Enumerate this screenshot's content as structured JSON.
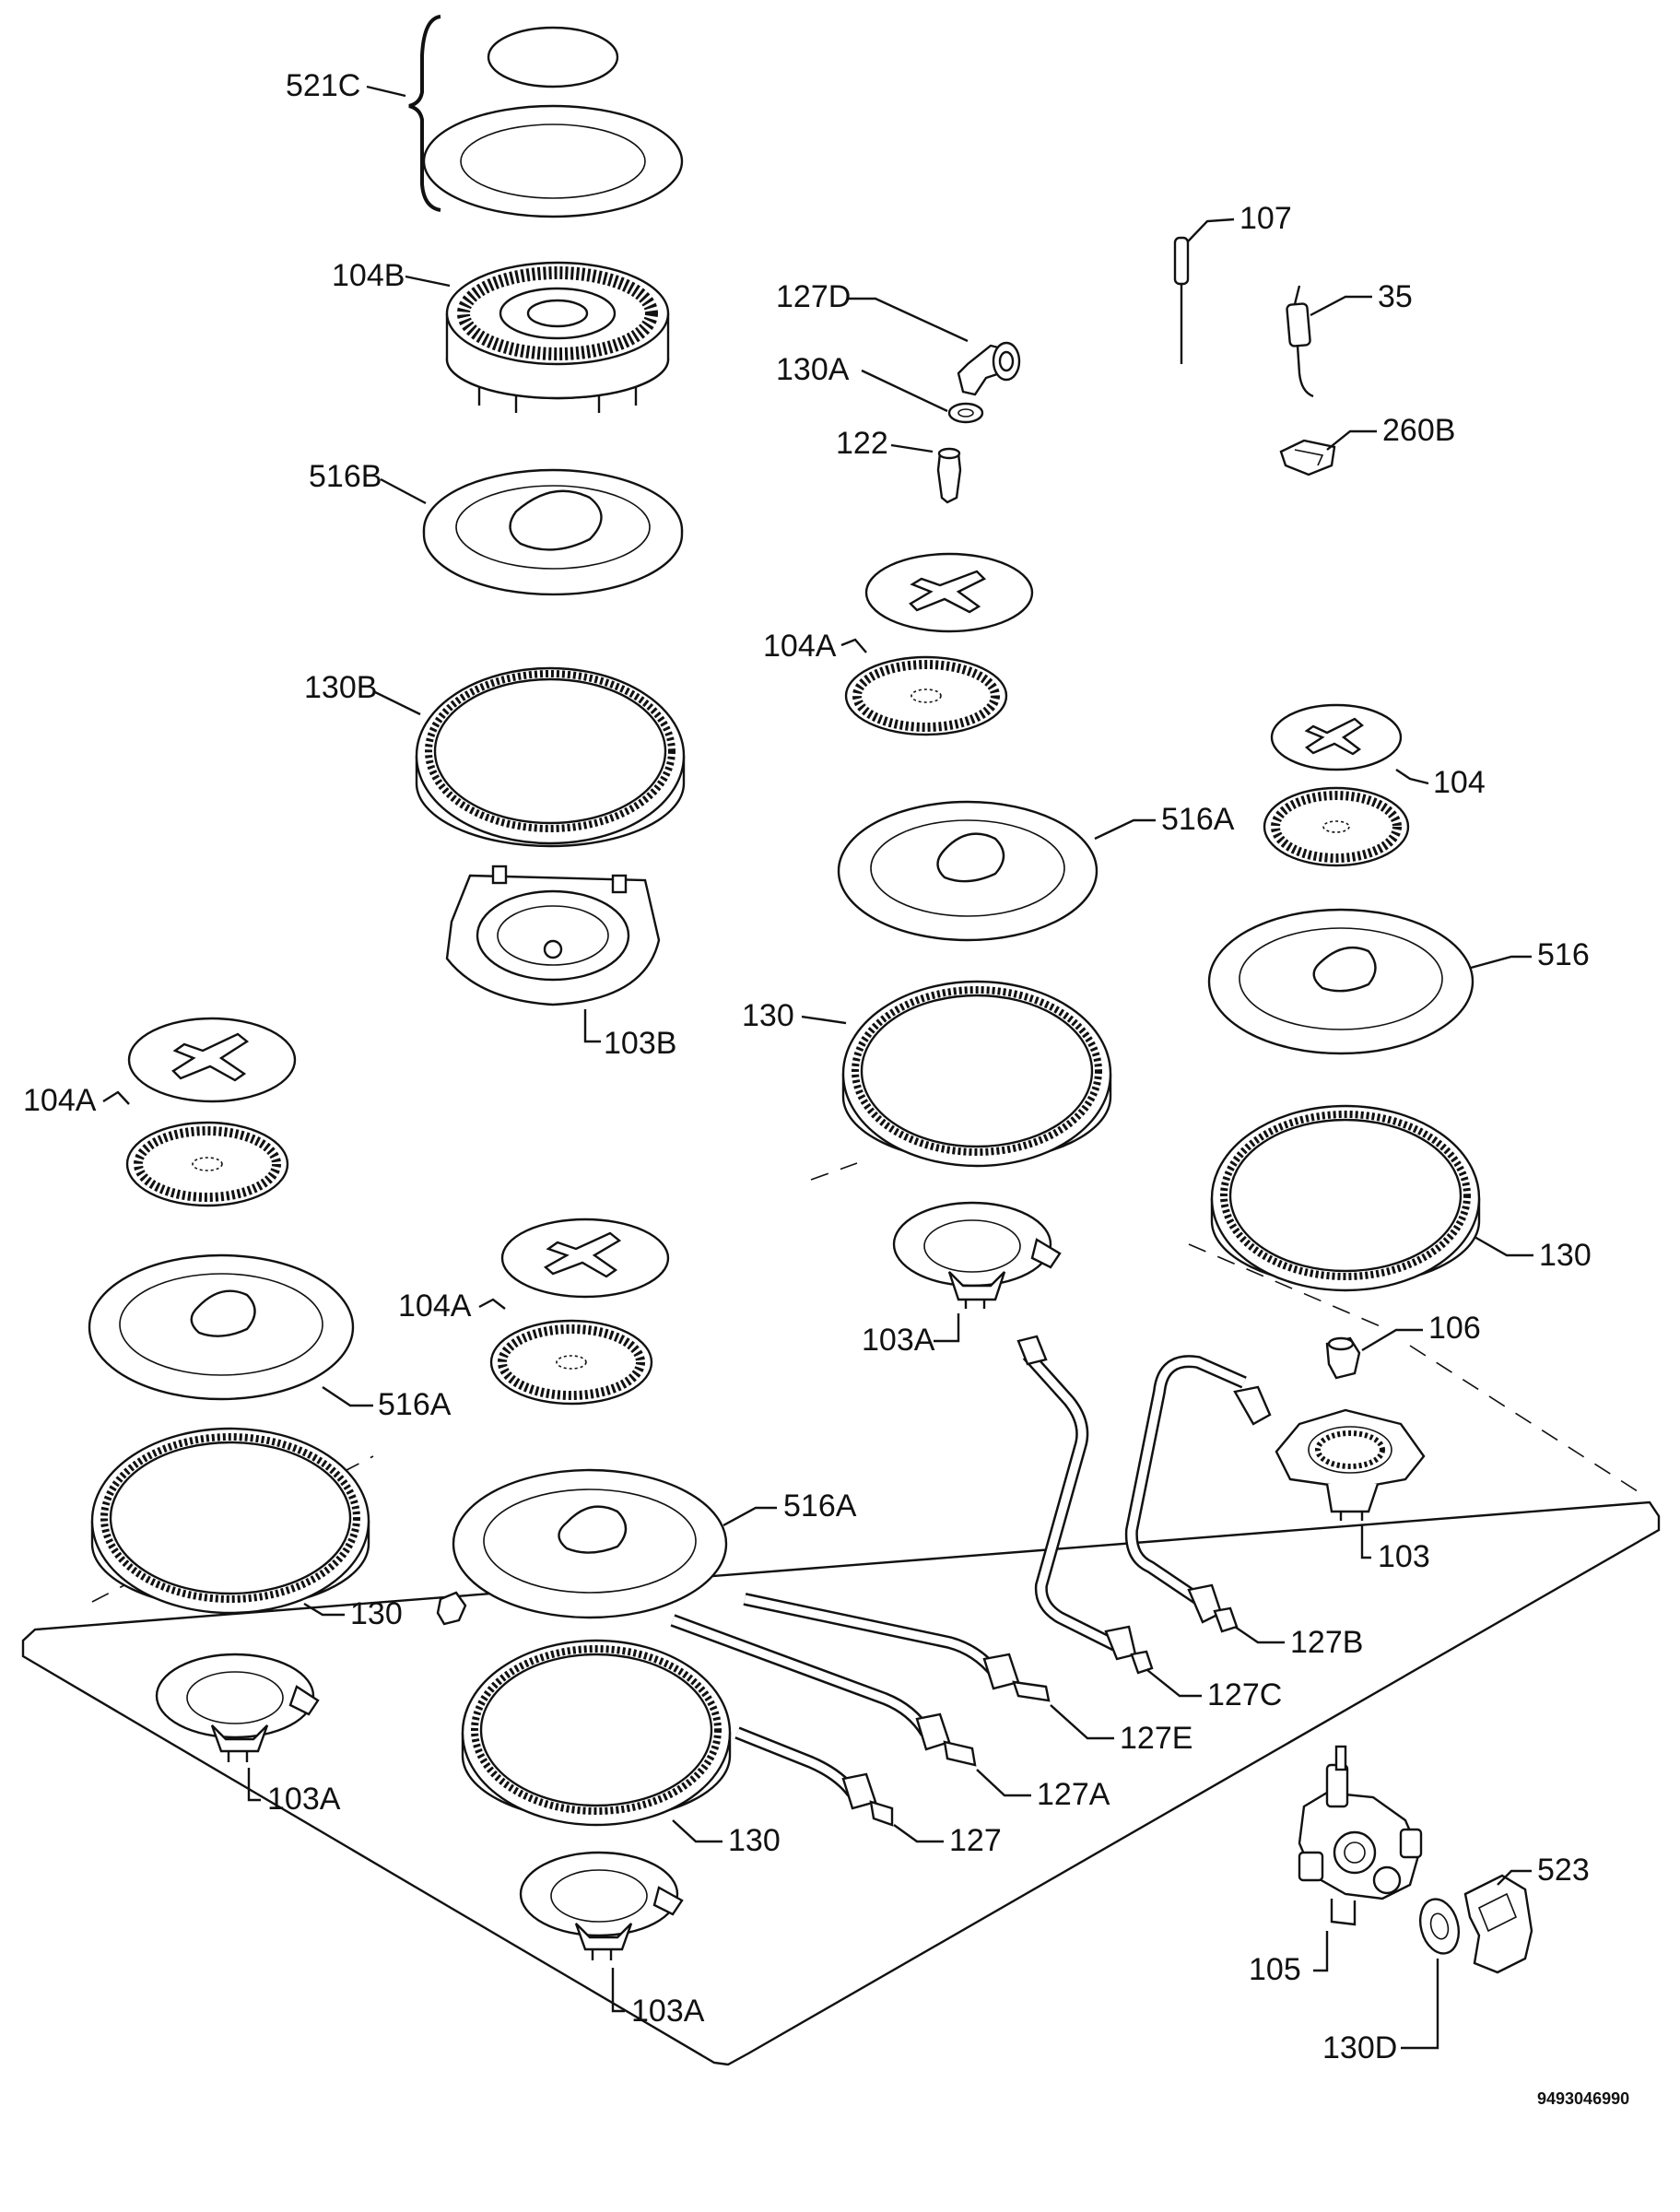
{
  "document_number": "9493046990",
  "callouts": {
    "c521c": "521C",
    "c104b": "104B",
    "c516b": "516B",
    "c130b": "130B",
    "c103b": "103B",
    "c127d": "127D",
    "c130a": "130A",
    "c122": "122",
    "c107": "107",
    "c35": "35",
    "c260b": "260B",
    "c104a_top": "104A",
    "c104": "104",
    "c516a_mid": "516A",
    "c516": "516",
    "c130_mid": "130",
    "c130_right": "130",
    "c104a_left": "104A",
    "c104a_center": "104A",
    "c516a_left": "516A",
    "c103a_mid": "103A",
    "c106": "106",
    "c516a_center": "516A",
    "c103": "103",
    "c130_left": "130",
    "c127b": "127B",
    "c127c": "127C",
    "c127e": "127E",
    "c103a_left": "103A",
    "c127a": "127A",
    "c130_center": "130",
    "c127": "127",
    "c523": "523",
    "c105": "105",
    "c130d": "130D",
    "c103a_bottom": "103A"
  }
}
